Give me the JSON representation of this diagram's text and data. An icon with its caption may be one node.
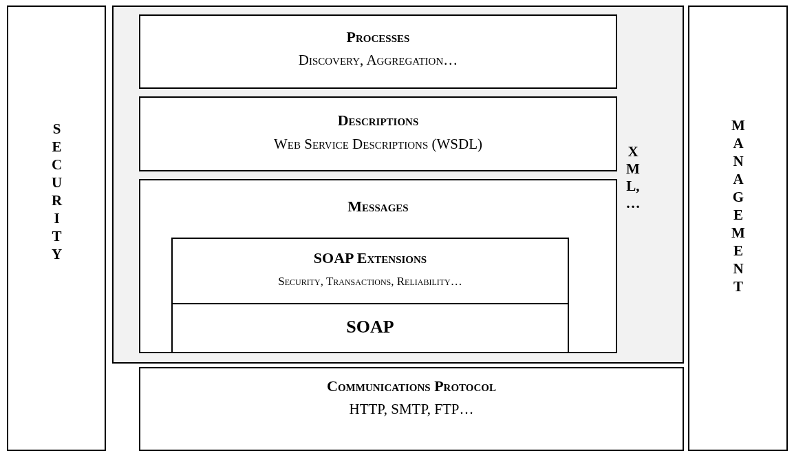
{
  "diagram": {
    "nodes": [
      {
        "text": [
          "SECURITY"
        ]
      },
      {
        "text": [
          "XML, …"
        ]
      },
      {
        "text": [
          "Processes",
          "Discovery, Aggregation…"
        ],
        "in": 1
      },
      {
        "text": [
          "Descriptions",
          "Web Service Descriptions (WSDL)"
        ],
        "in": 1
      },
      {
        "text": [
          "Messages"
        ],
        "in": 1
      },
      {
        "text": [
          "SOAP Extensions",
          "Security, Transactions, Reliability…"
        ],
        "in": 4
      },
      {
        "text": [
          "SOAP"
        ],
        "in": 4
      },
      {
        "text": [
          "MANAGEMENT"
        ]
      },
      {
        "text": [
          "Communications Protocol",
          "HTTP, SMTP, FTP…"
        ]
      }
    ]
  }
}
